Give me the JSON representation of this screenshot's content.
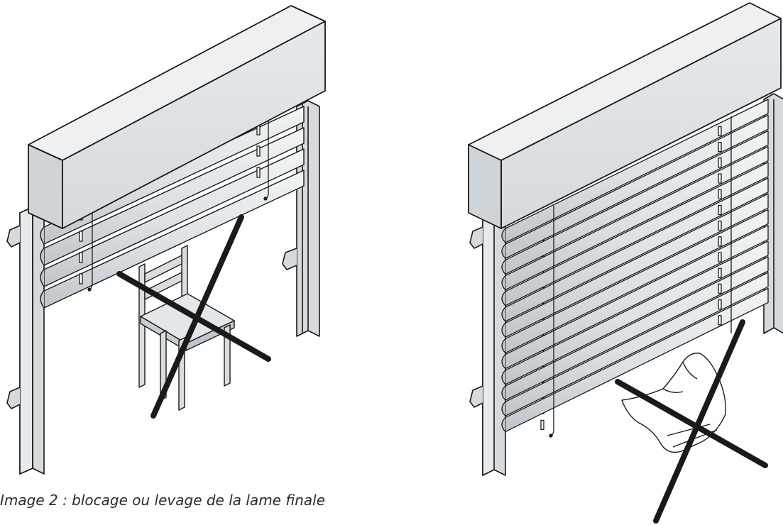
{
  "caption": "Image 2 : blocage ou levage de la lame finale",
  "colors": {
    "stroke": "#1a1a1a",
    "box_front": "#dfe3e6",
    "box_top": "#eef0f2",
    "box_side": "#cfd4d8",
    "slat_light": "#eef0f2",
    "slat_mid": "#dde1e4",
    "slat_dark": "#c4c9cd",
    "rail": "#d6dadd",
    "cross": "#1a1a1a"
  },
  "figures": [
    {
      "id": "blind-left",
      "slats": 4,
      "obstacle": "chair-icon"
    },
    {
      "id": "blind-right",
      "slats": 13,
      "obstacle": "hand-icon"
    }
  ]
}
